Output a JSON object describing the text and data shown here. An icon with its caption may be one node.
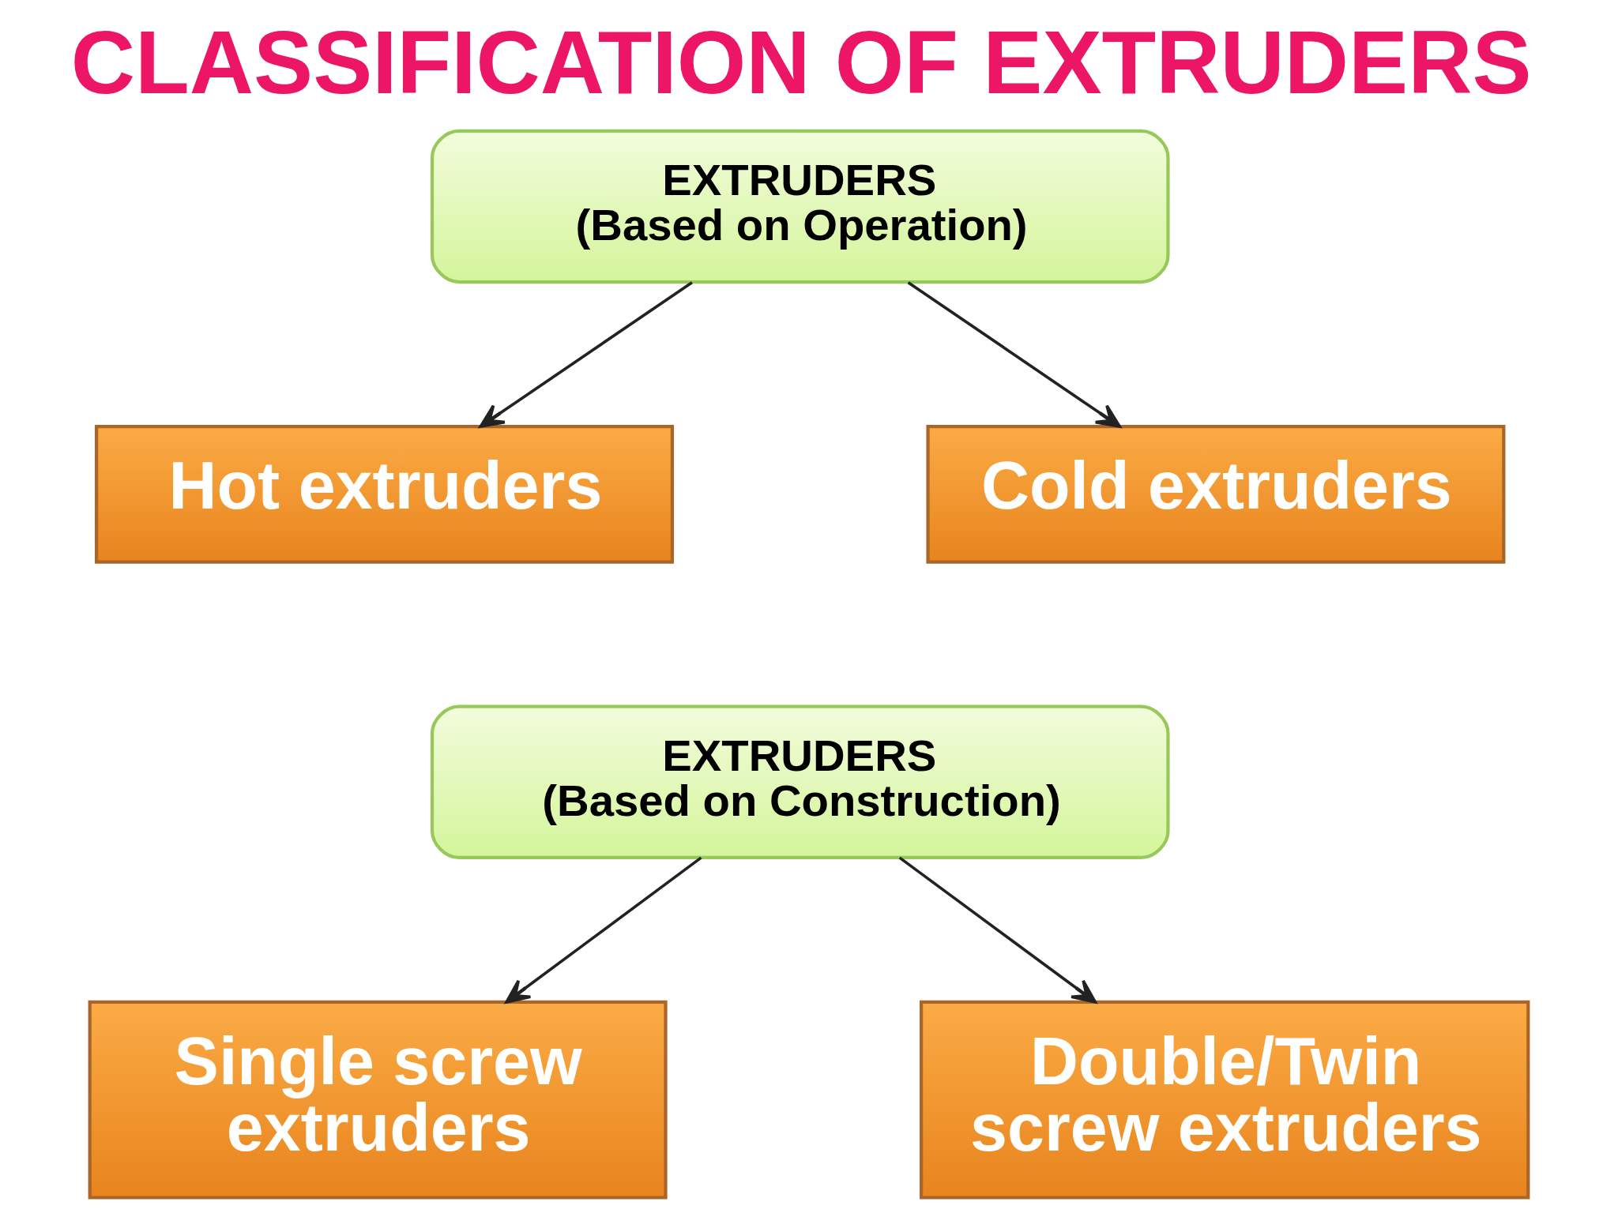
{
  "diagram": {
    "title": "CLASSIFICATION OF EXTRUDERS",
    "nodes": [
      {
        "text": [
          "EXTRUDERS",
          "(Based on Operation)"
        ]
      },
      {
        "text": [
          "Hot extruders"
        ]
      },
      {
        "text": [
          "Cold extruders"
        ]
      },
      {
        "text": [
          "EXTRUDERS",
          "(Based on Construction)"
        ]
      },
      {
        "text": [
          "Single screw extruders"
        ]
      },
      {
        "text": [
          "Double/Twin screw extruders"
        ]
      }
    ],
    "edges": [
      {
        "from": 0,
        "to": 1,
        "arrow": "to"
      },
      {
        "from": 0,
        "to": 2,
        "arrow": "to"
      },
      {
        "from": 3,
        "to": 4,
        "arrow": "to"
      },
      {
        "from": 3,
        "to": 5,
        "arrow": "to"
      }
    ]
  }
}
